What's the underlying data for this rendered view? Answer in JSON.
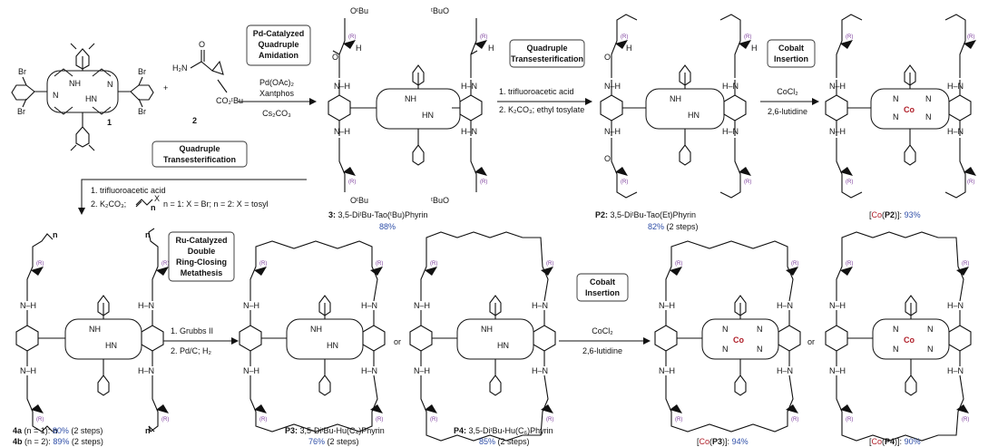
{
  "colors": {
    "yield": "#2f4fa8",
    "metal": "#b0202a",
    "stereo": "#7a3b9a",
    "ink": "#111111"
  },
  "starting": {
    "compound1": {
      "label": "1",
      "substituents": [
        "Br",
        "Br",
        "Br",
        "Br"
      ],
      "nh": [
        "NH",
        "HN",
        "N",
        "N"
      ]
    },
    "compound2": {
      "label": "2",
      "amine": "H₂N",
      "carbonyl": "O",
      "ester": "CO₂ᵗBu"
    },
    "plus": "+"
  },
  "stereo_label": "(R)",
  "steps": {
    "amidation": {
      "title": [
        "Pd-Catalyzed",
        "Quadruple",
        "Amidation"
      ],
      "reagents": [
        "Pd(OAc)₂",
        "Xantphos",
        "Cs₂CO₃"
      ]
    },
    "transesterification_top": {
      "title": [
        "Quadruple",
        "Transesterification"
      ],
      "reagents": [
        "1. trifluoroacetic acid",
        "2. K₂CO₃; ethyl tosylate"
      ]
    },
    "cobalt_top": {
      "title": [
        "Cobalt",
        "Insertion"
      ],
      "reagents": [
        "CoCl₂",
        "2,6-lutidine"
      ]
    },
    "transesterification_bottom": {
      "title": [
        "Quadruple",
        "Transesterification"
      ],
      "reagents": [
        "1. trifluoroacetic acid",
        "2. K₂CO₃;"
      ],
      "condition": "n = 1: X = Br; n = 2: X = tosyl",
      "x_label": "X",
      "n_label": "n"
    },
    "rcm": {
      "title": [
        "Ru-Catalyzed",
        "Double",
        "Ring-Closing",
        "Metathesis"
      ],
      "reagents": [
        "1. Grubbs II",
        "2. Pd/C; H₂"
      ]
    },
    "cobalt_bottom": {
      "title": [
        "Cobalt",
        "Insertion"
      ],
      "reagents": [
        "CoCl₂",
        "2,6-lutidine"
      ]
    }
  },
  "products": {
    "p3tbu": {
      "label": "3:",
      "name": "3,5-DiᵗBu-Tao(ᵗBu)Phyrin",
      "yield": "88%",
      "ester": "OᵗBu",
      "ester_alt": "ᵗBuO"
    },
    "p2": {
      "label": "P2:",
      "name": "3,5-DiᵗBu-Tao(Et)Phyrin",
      "yield": "82%",
      "yield_note": "(2 steps)"
    },
    "cop2": {
      "prefix": "[",
      "metal": "Co",
      "middle": "(",
      "ligand": "P2",
      "suffix": ")]:",
      "yield": "93%"
    },
    "p4a": {
      "label": "4a",
      "cond": "(n = 1):",
      "yield": "80%",
      "yield_note": "(2 steps)"
    },
    "p4b": {
      "label": "4b",
      "cond": "(n = 2):",
      "yield": "89%",
      "yield_note": "(2 steps)"
    },
    "p3": {
      "label": "P3:",
      "name": "3,5-DiᵗBu-Hu(C₄)Phyrin",
      "yield": "76%",
      "yield_note": "(2 steps)"
    },
    "p4": {
      "label": "P4:",
      "name": "3,5-DiᵗBu-Hu(C₆)Phyrin",
      "yield": "85%",
      "yield_note": "(2 steps)"
    },
    "cop3": {
      "prefix": "[",
      "metal": "Co",
      "middle": "(",
      "ligand": "P3",
      "suffix": ")]:",
      "yield": "94%"
    },
    "cop4": {
      "prefix": "[",
      "metal": "Co",
      "middle": "(",
      "ligand": "P4",
      "suffix": ")]:",
      "yield": "90%"
    }
  },
  "atoms": {
    "nh": "N–H",
    "hn": "H–N",
    "h": "H",
    "o": "O",
    "co": "Co",
    "n": "N",
    "or": "or",
    "por_nh": "NH",
    "por_hn": "HN"
  }
}
